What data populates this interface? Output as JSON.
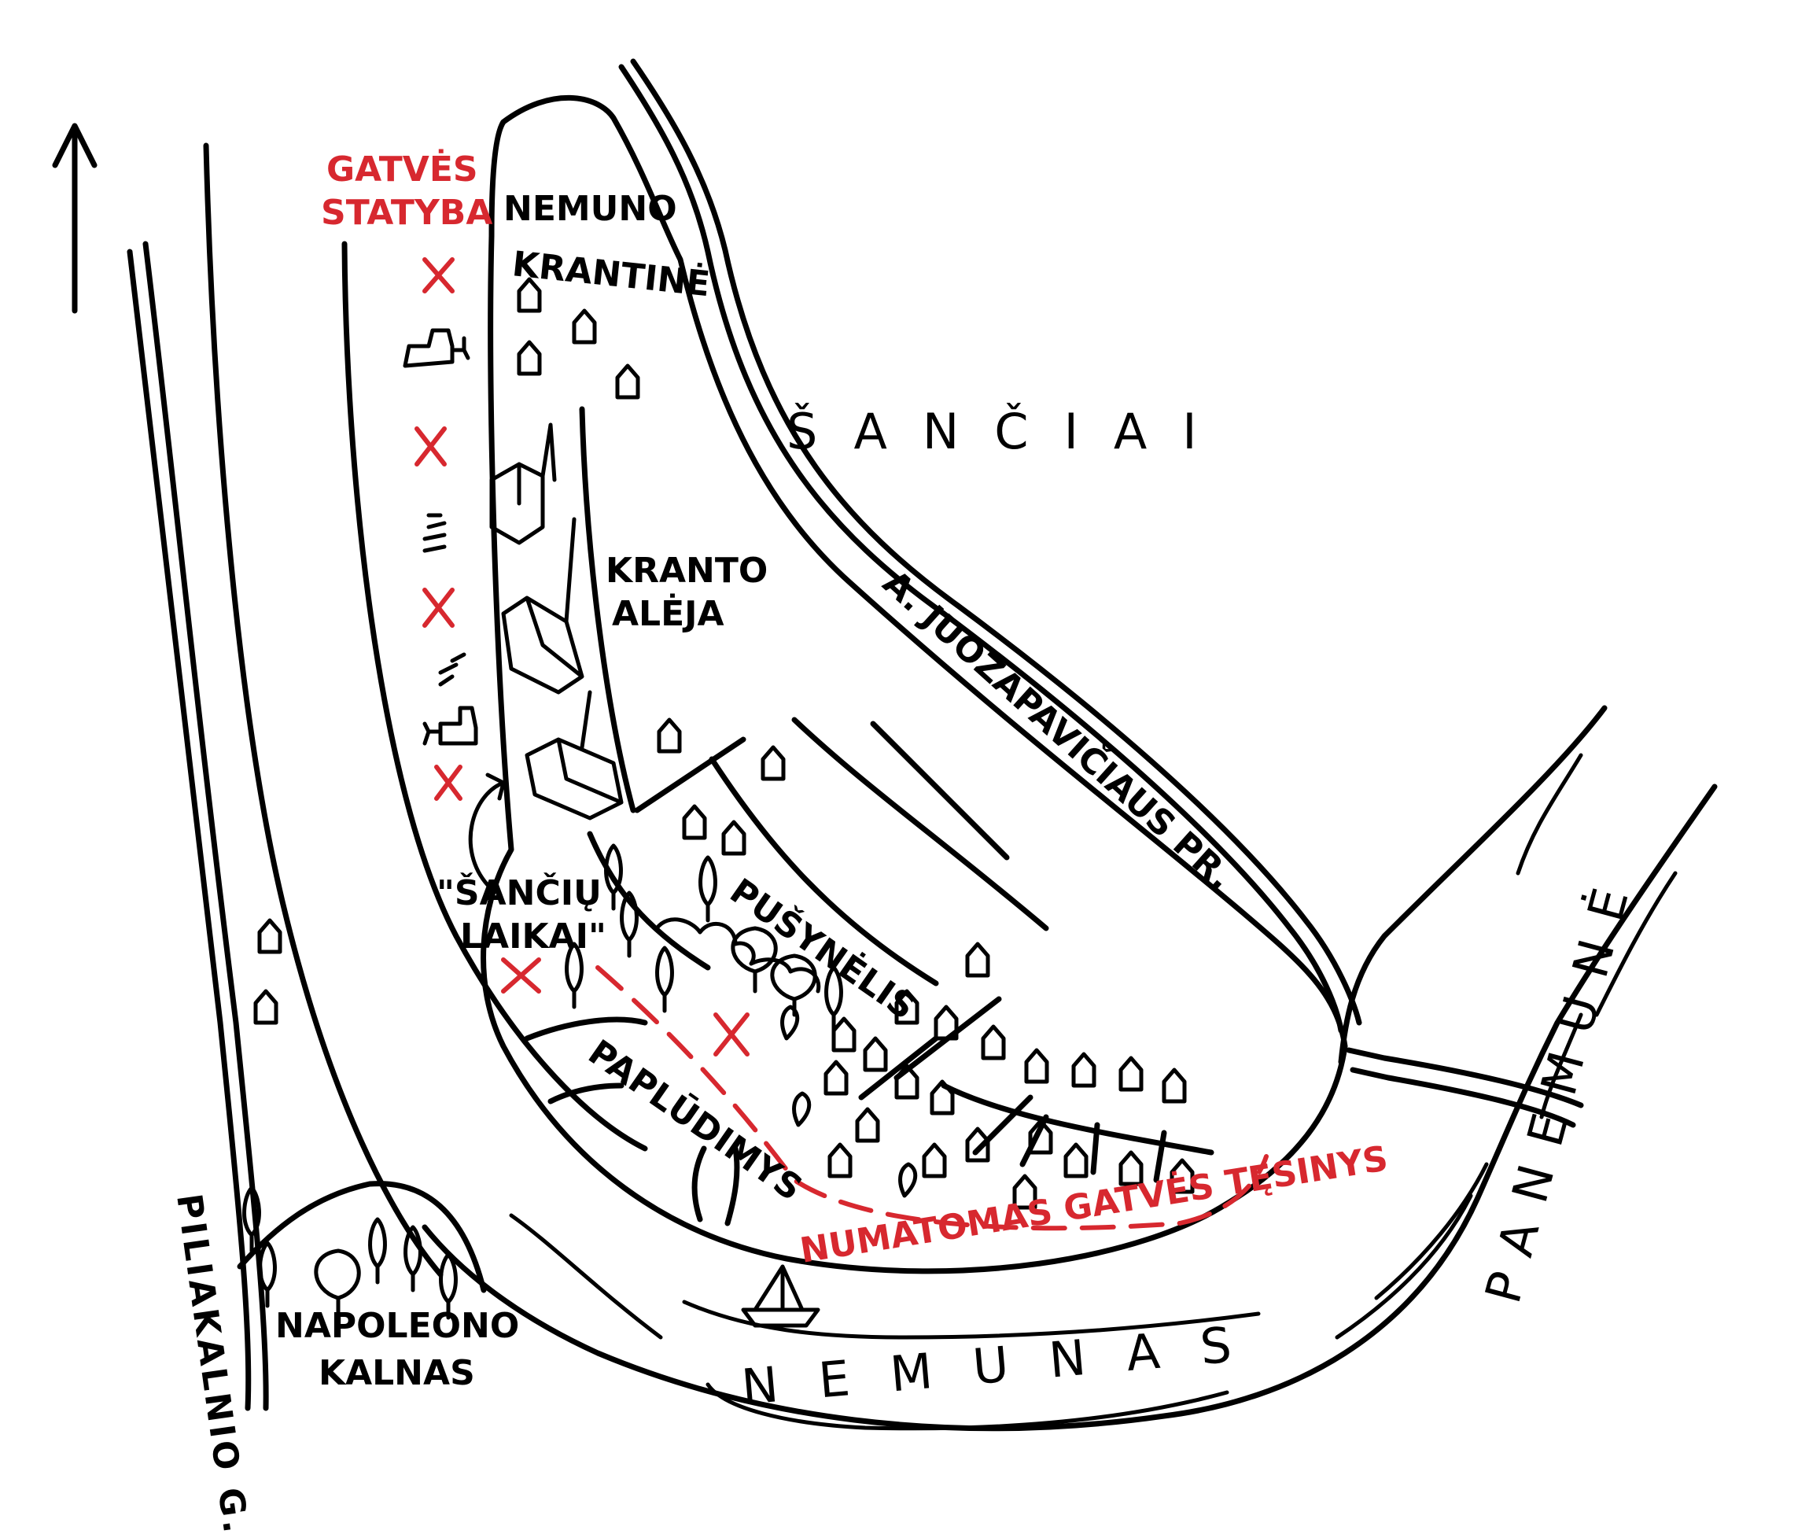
{
  "labels": {
    "street_construction_1": "GATVĖS",
    "street_construction_2": "STATYBA",
    "nemuno_krantine_1": "NEMUNO",
    "nemuno_krantine_2": "KRANTINĖ",
    "sanciai": "ŠANČIAI",
    "kranto_aleja_1": "KRANTO",
    "kranto_aleja_2": "ALĖJA",
    "juozapaviciaus": "A. JUOZAPAVIČIAUS PR.",
    "sanciu_laikai_1": "\"ŠANČIŲ",
    "sanciu_laikai_2": "LAIKAI\"",
    "pusynelis": "PUŠYNĖLIS",
    "papludimys": "PAPLŪDIMYS",
    "numatomas": "NUMATOMAS GATVĖS TĘSINYS",
    "nemunas": "NEMUNAS",
    "panemune": "PANEMUNĖ",
    "piliakalnio": "PILIAKALNIO G.",
    "napoleono_1": "NAPOLEONO",
    "napoleono_2": "KALNAS"
  },
  "colors": {
    "ink": "#000000",
    "accent": "#d7282f"
  },
  "icons": [
    "north-arrow-icon",
    "construction-x-icon",
    "house-icon",
    "tree-icon",
    "boat-icon",
    "excavator-icon"
  ]
}
